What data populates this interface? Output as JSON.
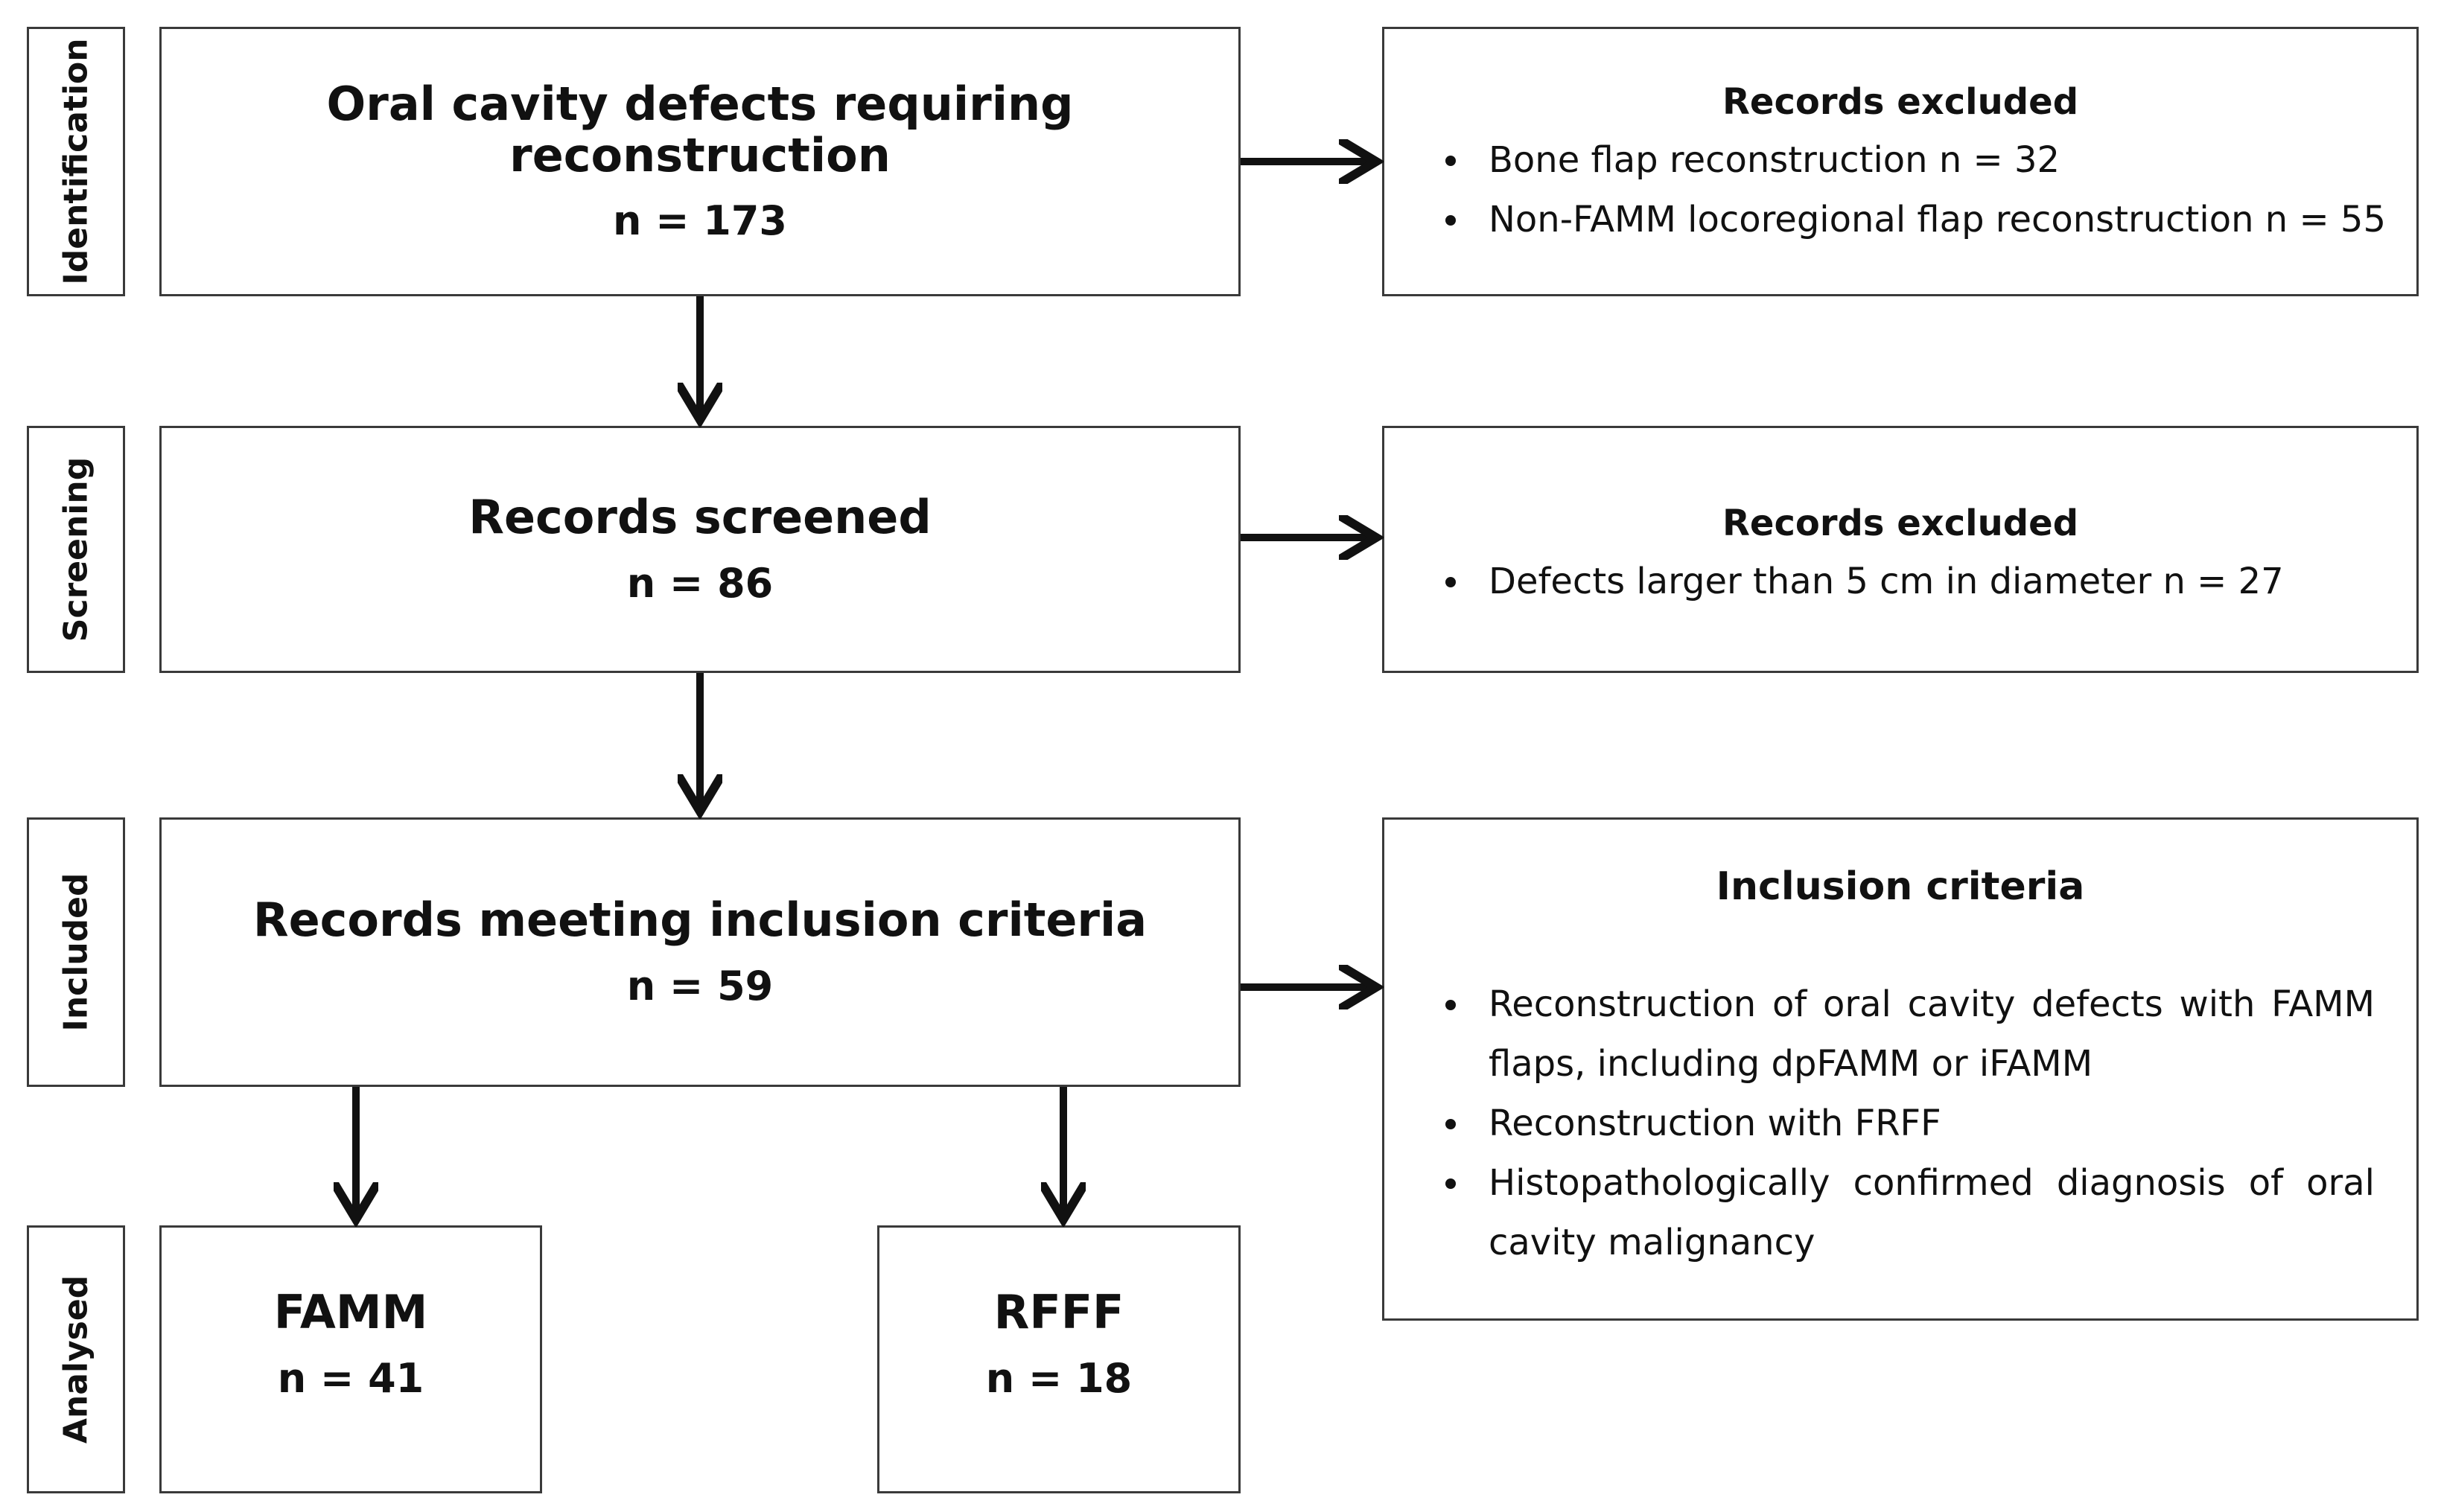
{
  "stages": [
    {
      "id": "identification",
      "label": "Identification"
    },
    {
      "id": "screening",
      "label": "Screening"
    },
    {
      "id": "included",
      "label": "Included"
    },
    {
      "id": "analysed",
      "label": "Analysed"
    }
  ],
  "identification": {
    "title": "Oral cavity defects requiring reconstruction",
    "count": "n = 173",
    "excluded": {
      "title": "Records excluded",
      "items": [
        "Bone flap reconstruction n = 32",
        "Non-FAMM locoregional flap reconstruction n =  55"
      ]
    }
  },
  "screening": {
    "title": "Records screened",
    "count": "n = 86",
    "excluded": {
      "title": "Records excluded",
      "items": [
        "Defects larger than 5 cm in diameter n = 27"
      ]
    }
  },
  "included": {
    "title": "Records meeting inclusion criteria",
    "count": "n = 59",
    "criteria": {
      "title": "Inclusion criteria",
      "items": [
        "Reconstruction of oral cavity defects with FAMM flaps, including dpFAMM or iFAMM",
        "Reconstruction with FRFF",
        "Histopathologically confirmed diagnosis of oral cavity malignancy"
      ]
    }
  },
  "analysed": [
    {
      "title": "FAMM",
      "count": "n = 41"
    },
    {
      "title": "RFFF",
      "count": "n = 18"
    }
  ]
}
